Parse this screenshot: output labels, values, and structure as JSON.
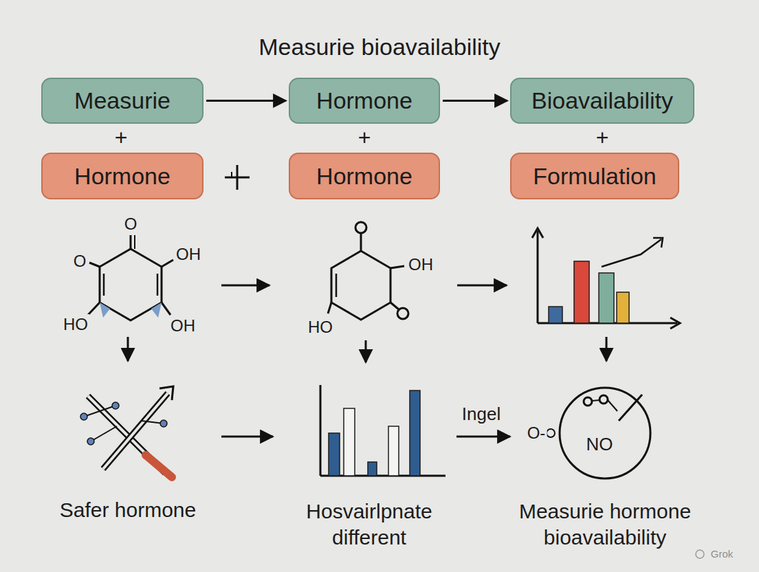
{
  "diagram": {
    "title": "Measurie bioavailability",
    "nodes": [
      {
        "text": [
          "Measurie"
        ]
      },
      {
        "text": [
          "Hormone"
        ]
      },
      {
        "text": [
          "Bioavailability"
        ]
      },
      {
        "text": [
          "Hormone"
        ]
      },
      {
        "text": [
          "Hormone"
        ]
      },
      {
        "text": [
          "Formulation"
        ]
      }
    ],
    "edges": [
      {
        "from": 0,
        "to": 1,
        "arrow": "to"
      },
      {
        "from": 1,
        "to": 2,
        "arrow": "to"
      }
    ],
    "labels": [
      "+",
      "+",
      "+",
      "O",
      "O",
      "OH",
      "HO",
      "OH",
      "OH",
      "HO",
      "Ingel",
      "O-",
      "NO",
      "Safer hormone",
      "Hosvairlpnate different",
      "Measurie hormone bioavailability",
      "Grok"
    ]
  }
}
